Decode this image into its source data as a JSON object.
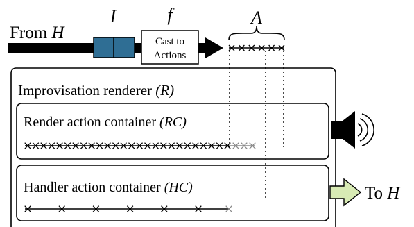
{
  "diagram": {
    "input": {
      "from_label": "From ",
      "from_var": "H",
      "buffer_label": "I",
      "function_label": "f",
      "cast_box_line1": "Cast to",
      "cast_box_line2": "Actions",
      "actions_label": "A"
    },
    "renderer": {
      "title": "Improvisation renderer ",
      "title_var": "(R)"
    },
    "render_container": {
      "title": "Render action container ",
      "title_var": "(RC)"
    },
    "handler_container": {
      "title": "Handler action container ",
      "title_var": "(HC)"
    },
    "output": {
      "to_label": "To ",
      "to_var": "H"
    },
    "colors": {
      "buffer_fill": "#2f6e94",
      "output_arrow_fill": "#d8ebb4",
      "gray_marks": "#8a8a8a",
      "stroke": "#000000"
    },
    "icons": {
      "speaker": "speaker-icon",
      "output_arrow": "right-arrow-icon"
    }
  }
}
